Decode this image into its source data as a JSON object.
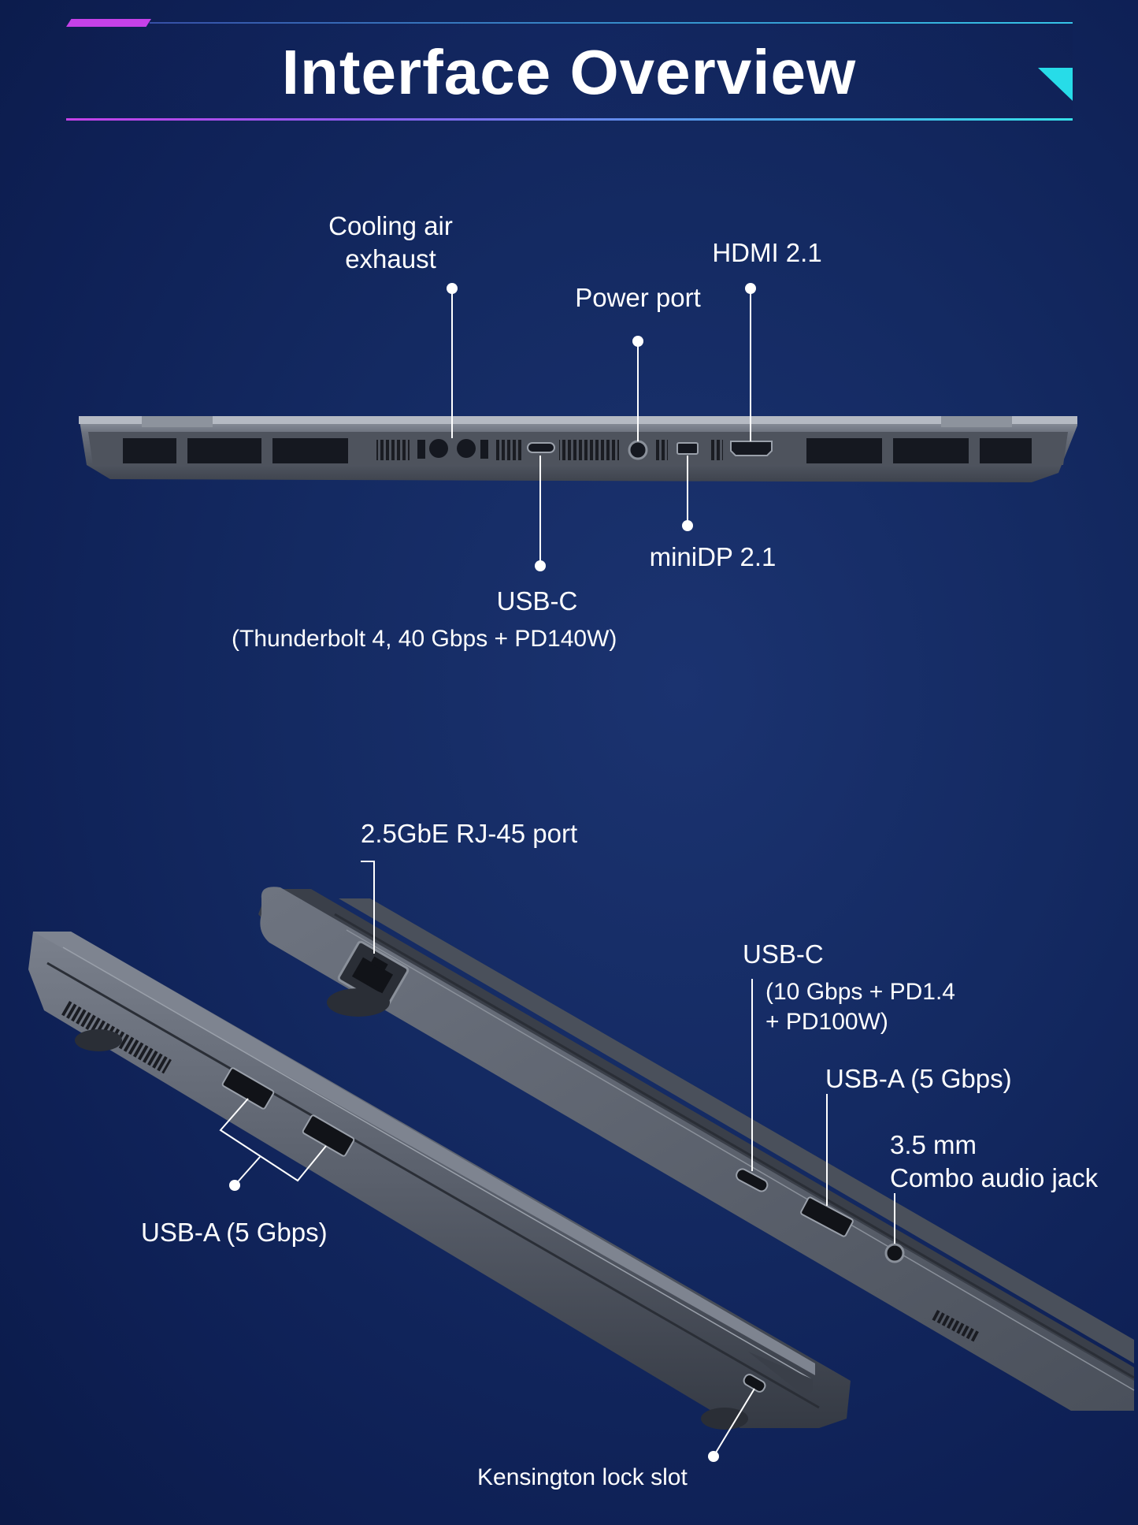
{
  "page": {
    "title": "Interface Overview"
  },
  "rear_view": {
    "cooling": {
      "line1": "Cooling air",
      "line2": "exhaust"
    },
    "power": "Power port",
    "hdmi": "HDMI 2.1",
    "minidp": "miniDP 2.1",
    "usbc": {
      "title": "USB-C",
      "detail": "(Thunderbolt 4, 40 Gbps + PD140W)"
    }
  },
  "side_view": {
    "rj45": "2.5GbE RJ-45 port",
    "usbc": {
      "title": "USB-C",
      "detail1": "(10 Gbps + PD1.4",
      "detail2": "+ PD100W)"
    },
    "usba_right": "USB-A (5 Gbps)",
    "audio": {
      "line1": "3.5 mm",
      "line2": "Combo audio jack"
    },
    "usba_left": "USB-A (5 Gbps)",
    "kensington": "Kensington lock slot"
  },
  "colors": {
    "background": "#112660",
    "chassis": "#5c6270",
    "accent_magenta": "#c541e8",
    "accent_cyan": "#27dce8",
    "text": "#ffffff"
  }
}
